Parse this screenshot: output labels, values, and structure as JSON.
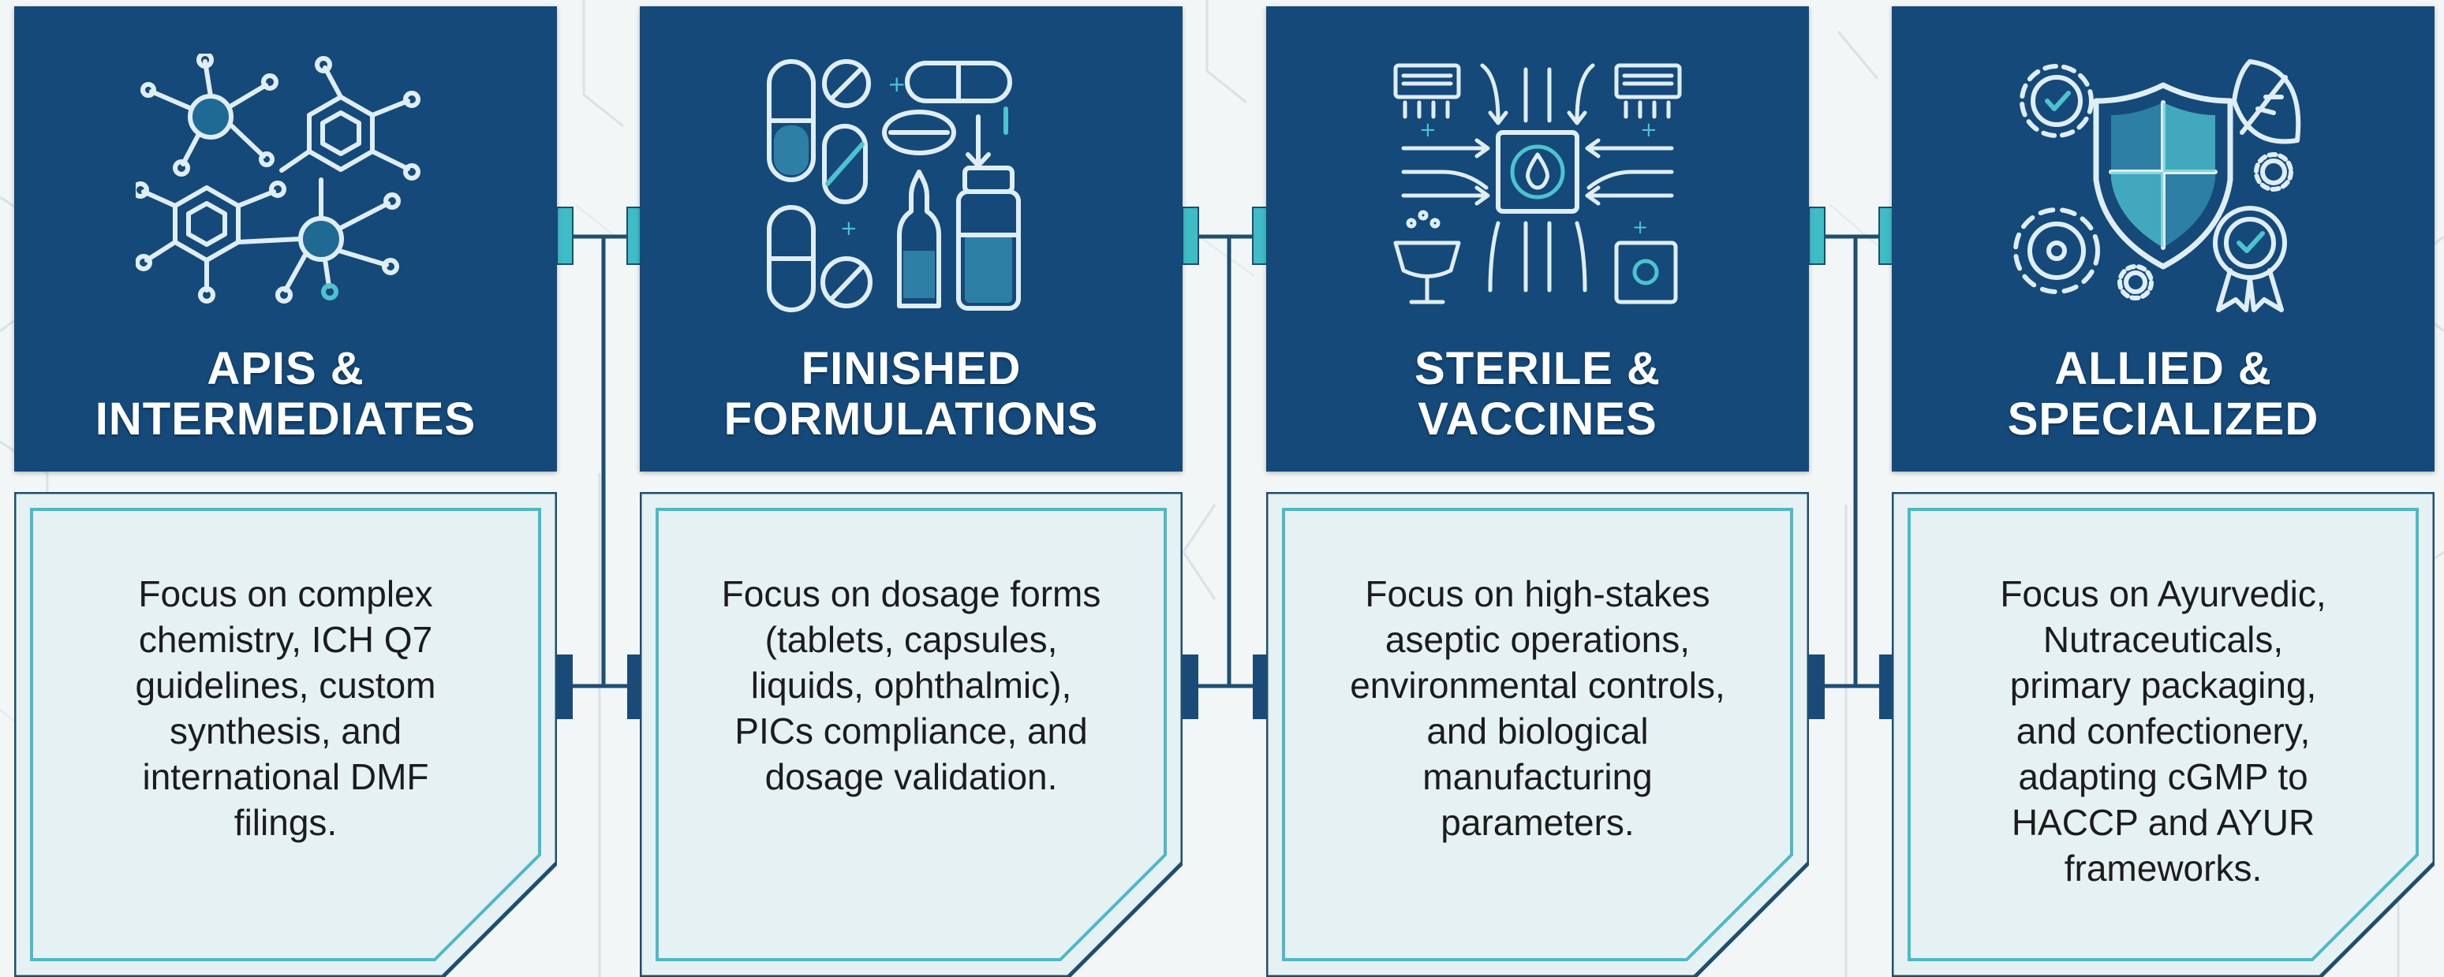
{
  "colors": {
    "header_bg": "#14497a",
    "header_text": "#ffffff",
    "icon_stroke": "#dfeef4",
    "icon_accent": "#4ec3cf",
    "card_bg": "#e6f1f4",
    "card_border": "#1f4f6e",
    "card_inner_border": "#4fb8c6",
    "connector_line": "#1c4f72",
    "connector_teal": "#3fbcc6",
    "connector_navy": "#1a4a78",
    "body_text": "#1c1c1c"
  },
  "columns": [
    {
      "icon": "molecule-icon",
      "title_lines": [
        "APIS &",
        "INTERMEDIATES"
      ],
      "body_lines": [
        "Focus on complex",
        "chemistry, ICH Q7",
        "guidelines, custom",
        "synthesis, and",
        "international DMF",
        "filings."
      ]
    },
    {
      "icon": "pills-capsules-icon",
      "title_lines": [
        "FINISHED",
        "FORMULATIONS"
      ],
      "body_lines": [
        "Focus on dosage forms",
        "(tablets, capsules,",
        "liquids, ophthalmic),",
        "PICs compliance, and",
        "dosage validation."
      ]
    },
    {
      "icon": "cleanroom-airflow-icon",
      "title_lines": [
        "STERILE &",
        "VACCINES"
      ],
      "body_lines": [
        "Focus on high-stakes",
        "aseptic operations,",
        "environmental controls,",
        "and biological",
        "manufacturing",
        "parameters."
      ]
    },
    {
      "icon": "shield-gears-leaf-icon",
      "title_lines": [
        "ALLIED &",
        "SPECIALIZED"
      ],
      "body_lines": [
        "Focus on Ayurvedic,",
        "Nutraceuticals,",
        "primary packaging,",
        "and confectionery,",
        "adapting cGMP to",
        "HACCP and AYUR",
        "frameworks."
      ]
    }
  ]
}
